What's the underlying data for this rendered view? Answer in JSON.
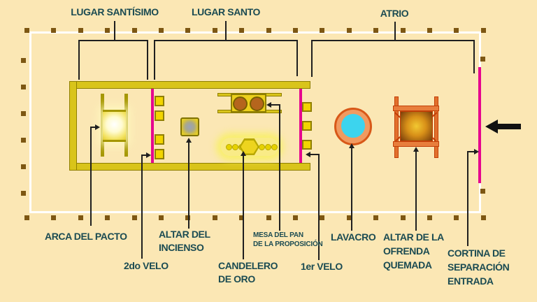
{
  "sections": {
    "lugar_santisimo": {
      "label": "LUGAR SANTÍSIMO"
    },
    "lugar_santo": {
      "label": "LUGAR SANTO"
    },
    "atrio": {
      "label": "ATRIO"
    }
  },
  "items": {
    "arca": {
      "label": "ARCA DEL PACTO"
    },
    "velo2": {
      "label": "2do VELO"
    },
    "incienso": {
      "line1": "ALTAR DEL",
      "line2": "INCIENSO"
    },
    "candelero": {
      "line1": "CANDELERO",
      "line2": "DE ORO"
    },
    "mesa": {
      "line1": "MESA DEL PAN",
      "line2": "DE LA PROPOSICIÓN"
    },
    "velo1": {
      "label": "1er VELO"
    },
    "lavacro": {
      "label": "LAVACRO"
    },
    "ofrenda": {
      "line1": "ALTAR DE LA",
      "line2": "OFRENDA",
      "line3": "QUEMADA"
    },
    "cortina": {
      "line1": "CORTINA DE",
      "line2": "SEPARACIÓN",
      "line3": "ENTRADA"
    }
  },
  "colors": {
    "bg": "#FBE7B4",
    "ink": "#1B4B52",
    "line": "#1F1F1F",
    "white": "#FFFFFF",
    "gold": "#D9C41A",
    "gold_dark": "#8F7F00",
    "bright_yellow": "#F2D400",
    "magenta": "#E6058E",
    "dot": "#7D5713",
    "orange": "#E2702C",
    "orange_dark": "#C23F07",
    "salmon": "#F09A60",
    "cyan": "#3CD4EE",
    "bread": "#B5651D"
  }
}
